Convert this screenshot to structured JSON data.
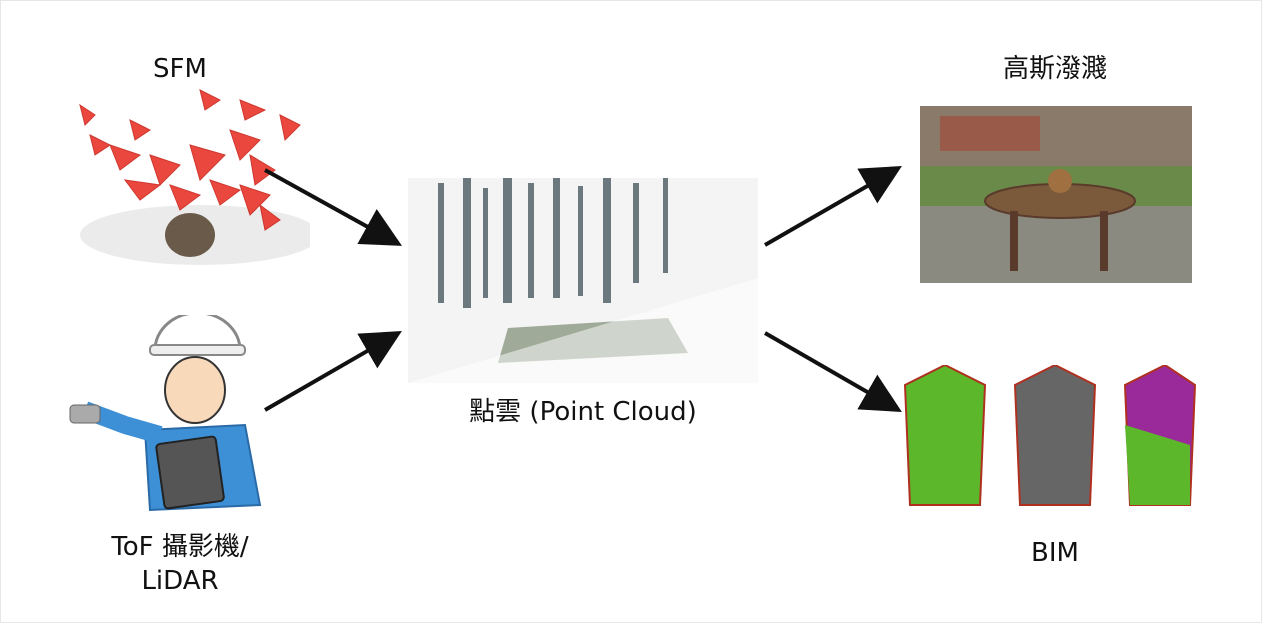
{
  "nodes": {
    "sfm": {
      "label": "SFM",
      "icon": "sfm-camera-poses-image"
    },
    "tof": {
      "label_line1": "ToF 攝影機/",
      "label_line2": "LiDAR",
      "icon": "worker-with-scanner-illustration"
    },
    "pointcloud": {
      "label": "點雲 (Point Cloud)",
      "icon": "point-cloud-image"
    },
    "gaussian": {
      "label": "高斯潑濺",
      "icon": "gaussian-splatting-garden-image"
    },
    "bim": {
      "label": "BIM",
      "icon": "bim-building-models-image"
    }
  },
  "colors": {
    "arrow": "#111111",
    "camera_red": "#e8352a"
  }
}
